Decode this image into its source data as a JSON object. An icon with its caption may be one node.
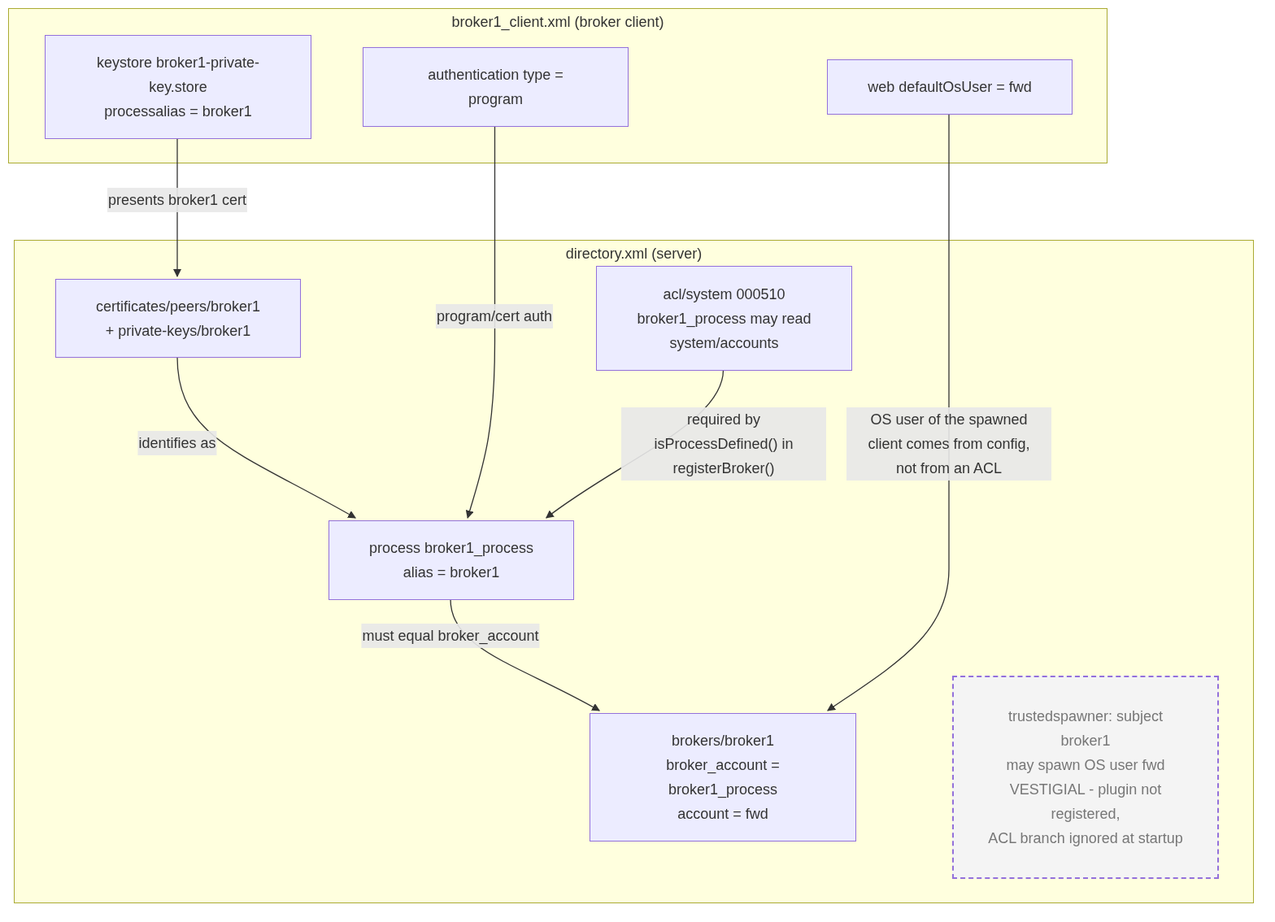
{
  "diagram": {
    "nodes": [
      {
        "text": [
          "broker1_client.xml (broker client)"
        ]
      },
      {
        "text": [
          "keystore broker1-private-key.store",
          "processalias = broker1"
        ],
        "in": 0
      },
      {
        "text": [
          "authentication type = program"
        ],
        "in": 0
      },
      {
        "text": [
          "web defaultOsUser = fwd"
        ],
        "in": 0
      },
      {
        "text": [
          "directory.xml (server)"
        ]
      },
      {
        "text": [
          "certificates/peers/broker1",
          "+ private-keys/broker1"
        ],
        "in": 4
      },
      {
        "text": [
          "acl/system 000510",
          "broker1_process may read system/accounts"
        ],
        "in": 4
      },
      {
        "text": [
          "process broker1_process",
          "alias = broker1"
        ],
        "in": 4
      },
      {
        "text": [
          "brokers/broker1",
          "broker_account = broker1_process",
          "account = fwd"
        ],
        "in": 4
      },
      {
        "text": [
          "trustedspawner: subject broker1",
          "may spawn OS user fwd",
          "VESTIGIAL - plugin not registered,",
          "ACL branch ignored at startup"
        ],
        "in": 4
      }
    ],
    "edges": [
      {
        "from": 1,
        "to": 5,
        "arrow": "to",
        "label": "presents broker1 cert"
      },
      {
        "from": 2,
        "to": 7,
        "arrow": "to",
        "label": "program/cert auth"
      },
      {
        "from": 3,
        "to": 8,
        "arrow": "to",
        "label": "OS user of the spawned client comes from config, not from an ACL"
      },
      {
        "from": 5,
        "to": 7,
        "arrow": "to",
        "label": "identifies as"
      },
      {
        "from": 6,
        "to": 7,
        "arrow": "to",
        "label": "required by isProcessDefined() in registerBroker()"
      },
      {
        "from": 7,
        "to": 8,
        "arrow": "to",
        "label": "must equal broker_account"
      }
    ]
  }
}
